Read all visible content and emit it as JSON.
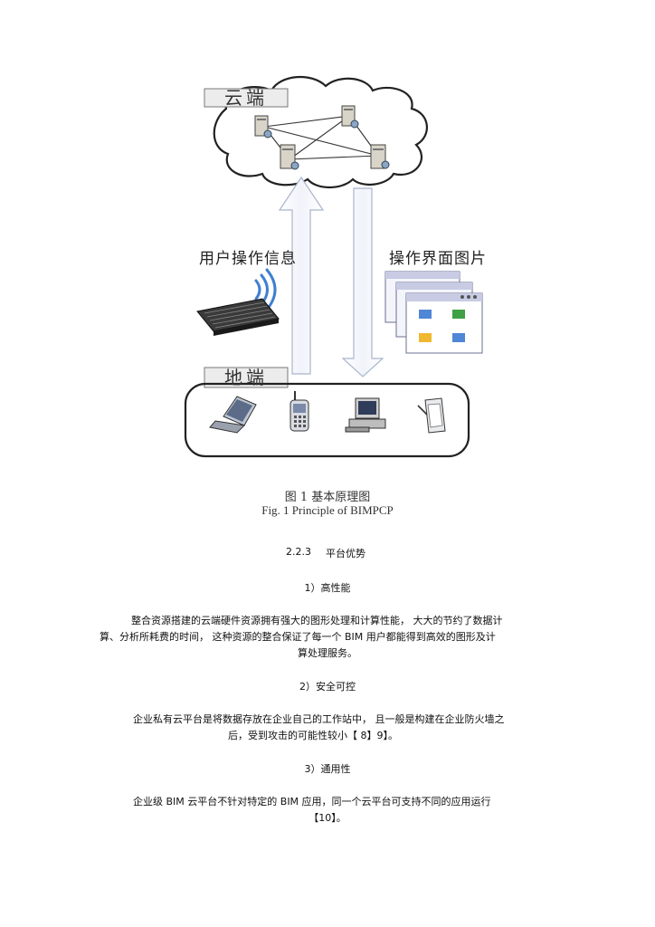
{
  "figure": {
    "cloud_label": "云端",
    "ground_label": "地端",
    "up_label": "用户操作信息",
    "down_label": "操作界面图片",
    "caption_cn": "图 1  基本原理图",
    "caption_en": "Fig. 1 Principle of BIMPCP"
  },
  "section": {
    "heading_num": "2.2.3",
    "heading_text": "平台优势",
    "items": [
      {
        "title": "1）高性能",
        "lines": [
          "整合资源搭建的云端硬件资源拥有强大的图形处理和计算性能，        大大的节约了数据计",
          "算、分析所耗费的时间，   这种资源的整合保证了每一个        BIM   用户都能得到高效的图形及计",
          "算处理服务。"
        ]
      },
      {
        "title": "2）安全可控",
        "lines": [
          "企业私有云平台是将数据存放在企业自己的工作站中，        且一般是构建在企业防火墙之",
          "后，受到攻击的可能性较小【     8】9】。"
        ]
      },
      {
        "title": "3）通用性",
        "lines": [
          "企业级   BIM   云平台不针对特定的      BIM   应用，同一个云平台可支持不同的应用运行",
          "【10】。"
        ]
      }
    ]
  }
}
